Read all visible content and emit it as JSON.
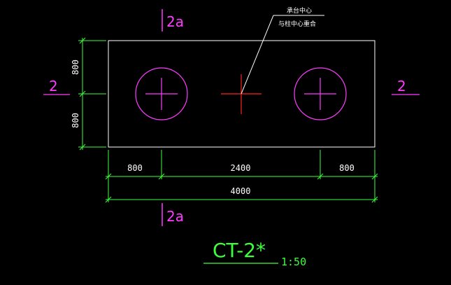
{
  "drawing": {
    "section_mark_top": "2a",
    "section_mark_bottom": "2a",
    "section_left": "2",
    "section_right": "2",
    "note_line1": "承台中心",
    "note_line2": "与柱中心重合",
    "dim_left_top": "800",
    "dim_left_bottom": "800",
    "dim_seg1": "800",
    "dim_seg2": "2400",
    "dim_seg3": "800",
    "dim_total": "4000",
    "title": "CT-2*",
    "scale": "1:50"
  },
  "colors": {
    "outline": "#ffffff",
    "dimension": "#3cff3c",
    "pile": "#ff3bff",
    "center_mark": "#ff2020",
    "background": "#000000"
  }
}
